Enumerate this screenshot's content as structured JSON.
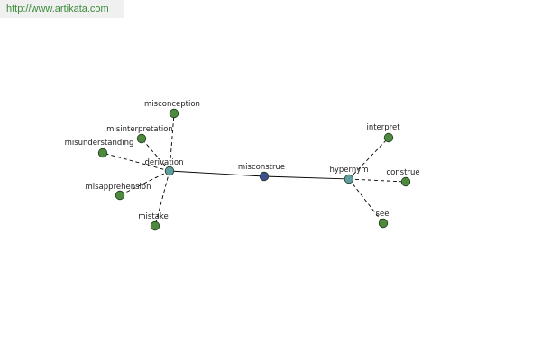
{
  "header": {
    "url": "http://www.artikata.com"
  },
  "colors": {
    "leaf_node": "#4e8a3e",
    "relation_node": "#5f9ea0",
    "center_node": "#3f4f8f",
    "node_stroke": "#1e3a1e",
    "edge": "#000000"
  },
  "graph": {
    "center": {
      "id": "misconstrue",
      "label": "misconstrue",
      "kind": "center"
    },
    "relations": [
      {
        "id": "derivation",
        "label": "derivation",
        "kind": "relation"
      },
      {
        "id": "hypernym",
        "label": "hypernym",
        "kind": "relation"
      }
    ],
    "leaves": [
      {
        "id": "misconception",
        "label": "misconception",
        "parent": "derivation"
      },
      {
        "id": "misinterpretation",
        "label": "misinterpretation",
        "parent": "derivation"
      },
      {
        "id": "misunderstanding",
        "label": "misunderstanding",
        "parent": "derivation"
      },
      {
        "id": "misapprehension",
        "label": "misapprehension",
        "parent": "derivation"
      },
      {
        "id": "mistake",
        "label": "mistake",
        "parent": "derivation"
      },
      {
        "id": "interpret",
        "label": "interpret",
        "parent": "hypernym"
      },
      {
        "id": "construe",
        "label": "construe",
        "parent": "hypernym"
      },
      {
        "id": "see",
        "label": "see",
        "parent": "hypernym"
      }
    ]
  }
}
